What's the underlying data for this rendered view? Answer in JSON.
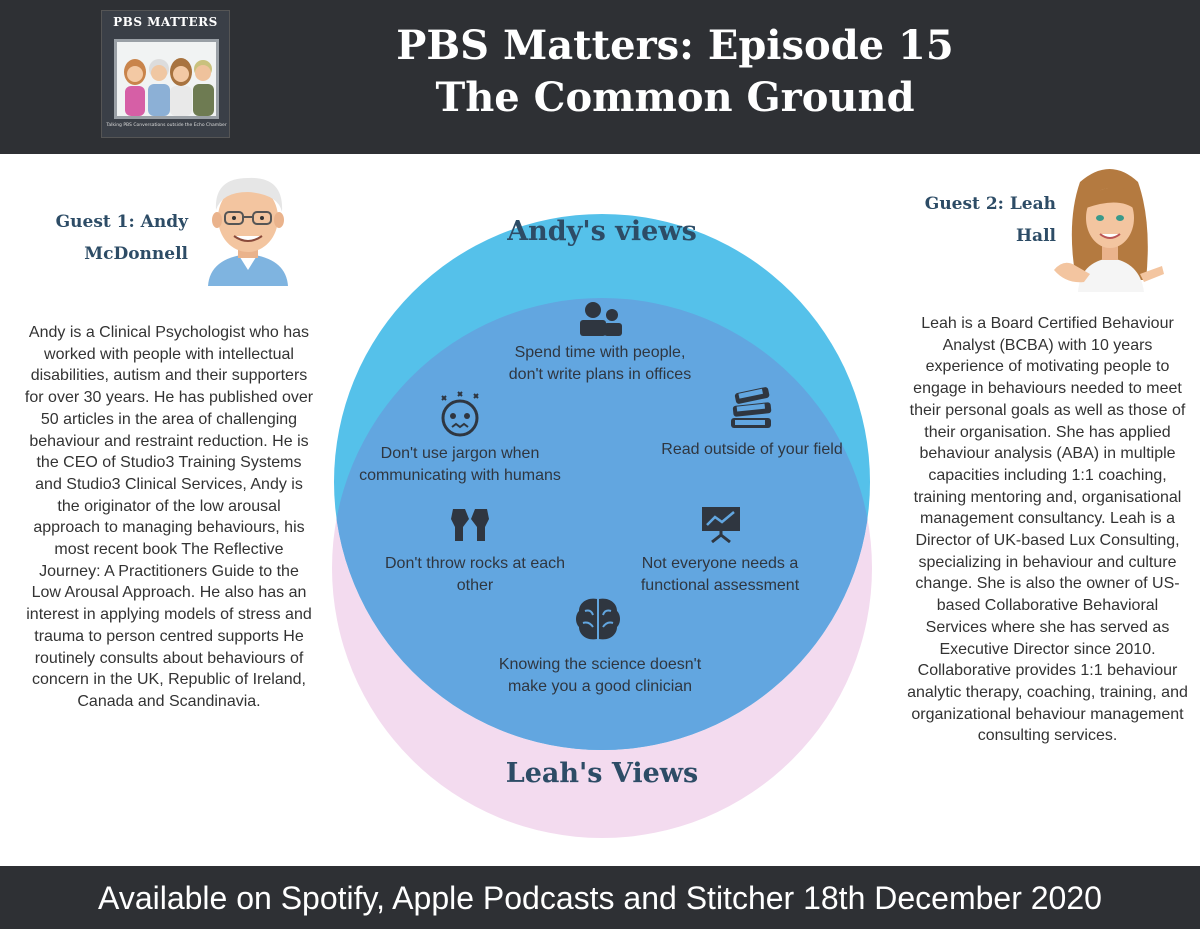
{
  "header": {
    "logo_title": "PBS MATTERS",
    "logo_tagline": "Talking PBS Conversations outside the Echo Chamber",
    "title_line1": "PBS Matters: Episode 15",
    "title_line2": "The Common Ground"
  },
  "guest1": {
    "name_line1": "Guest 1: Andy",
    "name_line2": "McDonnell",
    "bio": "Andy is a Clinical Psychologist who has worked with people with intellectual disabilities, autism and their supporters for over 30 years. He has published over 50 articles in the area of challenging behaviour and restraint reduction. He is the CEO of Studio3 Training Systems and Studio3 Clinical Services, Andy is the originator of the low arousal approach to managing behaviours, his most recent book The Reflective Journey: A Practitioners Guide to the Low Arousal Approach. He also has an interest in applying models of stress and trauma to person centred supports  He routinely consults about behaviours of concern in the UK, Republic of Ireland, Canada and Scandinavia."
  },
  "guest2": {
    "name_line1": "Guest 2: Leah",
    "name_line2": "Hall",
    "bio": "Leah is a Board Certified Behaviour Analyst (BCBA) with 10 years experience of motivating people to engage in behaviours needed to meet their personal goals as well as those of their organisation. She has applied behaviour analysis (ABA) in multiple capacities including 1:1 coaching, training mentoring and, organisational management consultancy.  Leah is a Director of UK-based Lux Consulting, specializing in behaviour and culture change. She is also the owner of US-based Collaborative Behavioral Services where she has served as Executive Director since 2010. Collaborative provides 1:1 behaviour analytic therapy, coaching, training, and organizational behaviour management consulting services."
  },
  "venn": {
    "top_label": "Andy's views",
    "bottom_label": "Leah's Views",
    "colors": {
      "andy_circle": "#55c1ea",
      "leah_circle": "#f3dbef",
      "overlap": "#62a6e0"
    },
    "items": [
      {
        "icon": "people-icon",
        "line1": "Spend time with people,",
        "line2": "don't write plans in offices"
      },
      {
        "icon": "confused-face-icon",
        "line1": "Don't use jargon when",
        "line2": "communicating with humans"
      },
      {
        "icon": "books-icon",
        "line1": "Read outside of your field",
        "line2": ""
      },
      {
        "icon": "conflict-icon",
        "line1": "Don't throw rocks at each",
        "line2": "other"
      },
      {
        "icon": "presentation-chart-icon",
        "line1": "Not everyone needs a",
        "line2": "functional assessment"
      },
      {
        "icon": "brain-icon",
        "line1": "Knowing the science doesn't",
        "line2": "make you a good clinician"
      }
    ]
  },
  "footer": {
    "text": "Available on Spotify, Apple Podcasts and Stitcher 18th December 2020"
  }
}
